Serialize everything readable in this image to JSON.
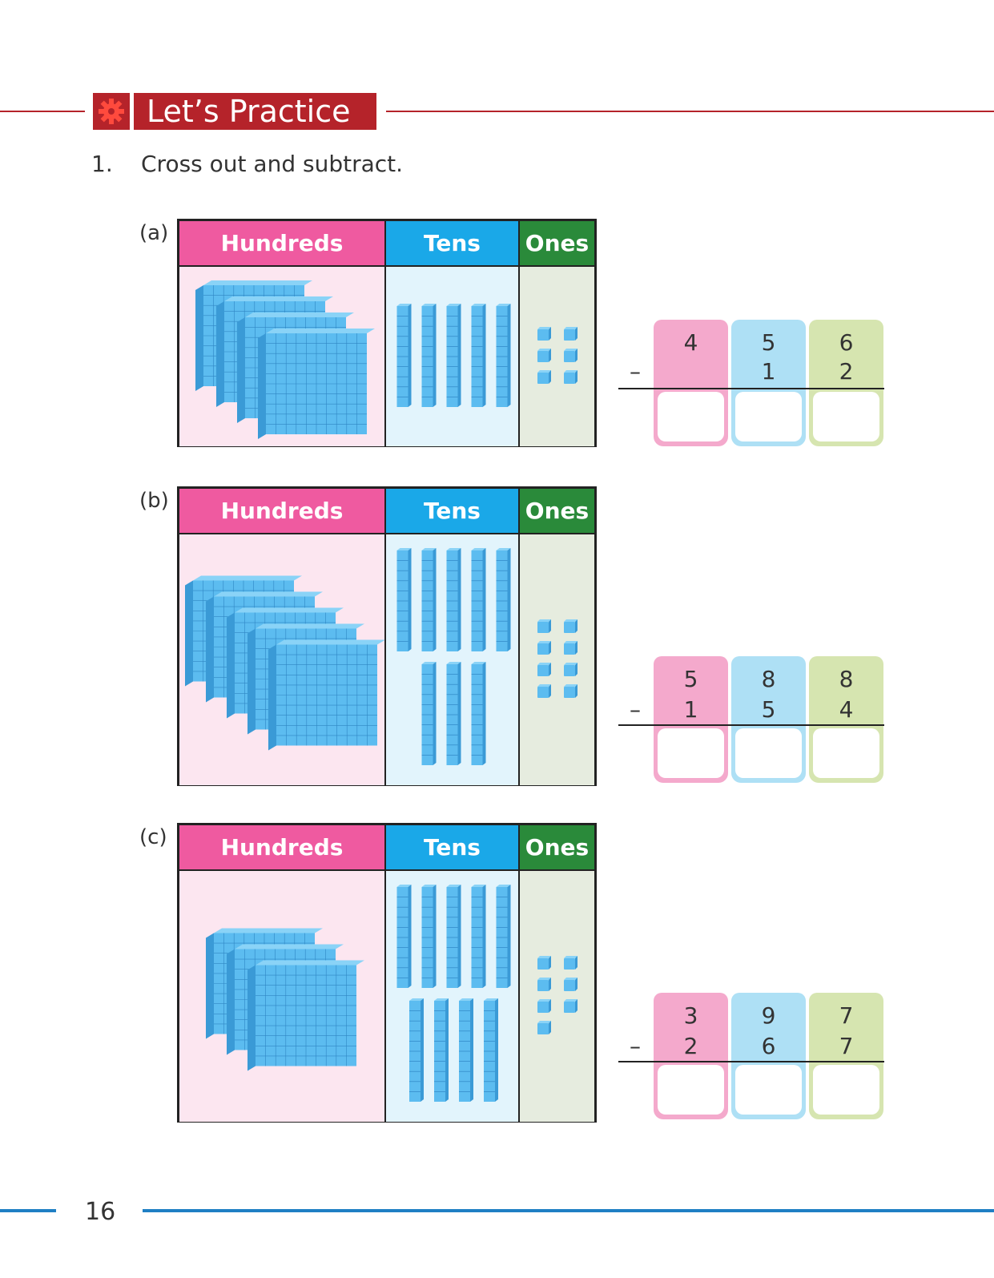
{
  "section": {
    "title": "Let’s Practice",
    "icon": "gear-icon"
  },
  "question": {
    "number": "1.",
    "text": "Cross out and subtract."
  },
  "headers": {
    "hundreds": "Hundreds",
    "tens": "Tens",
    "ones": "Ones"
  },
  "colors": {
    "hundreds": "#ef5aa0",
    "tens": "#1aa8e8",
    "ones": "#2a8a3a",
    "accent_red": "#b5232a",
    "accent_blue": "#1f7fc4"
  },
  "parts": [
    {
      "label": "(a)",
      "blocks": {
        "hundreds": 4,
        "tens": 5,
        "ones": 6
      },
      "minuend": [
        "4",
        "5",
        "6"
      ],
      "subtrahend": [
        "",
        "1",
        "2"
      ],
      "minus": "–"
    },
    {
      "label": "(b)",
      "blocks": {
        "hundreds": 5,
        "tens": 8,
        "ones": 8
      },
      "minuend": [
        "5",
        "8",
        "8"
      ],
      "subtrahend": [
        "1",
        "5",
        "4"
      ],
      "minus": "–"
    },
    {
      "label": "(c)",
      "blocks": {
        "hundreds": 3,
        "tens": 9,
        "ones": 7
      },
      "minuend": [
        "3",
        "9",
        "7"
      ],
      "subtrahend": [
        "2",
        "6",
        "7"
      ],
      "minus": "–"
    }
  ],
  "page_number": "16"
}
